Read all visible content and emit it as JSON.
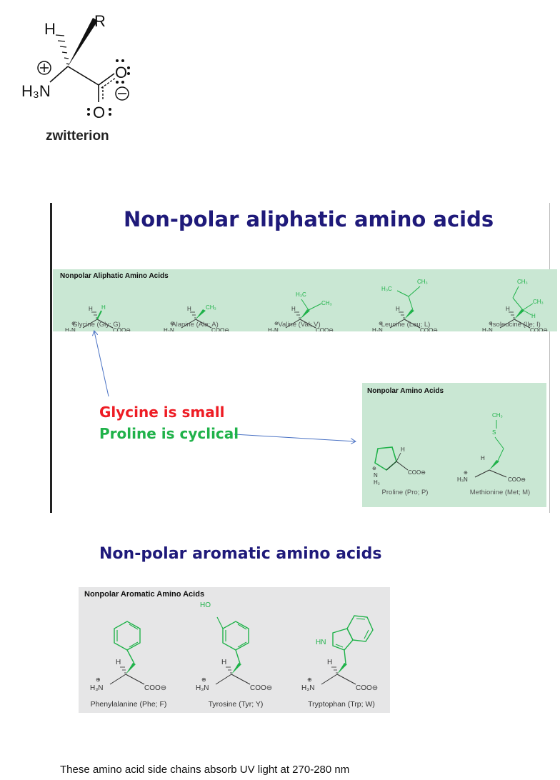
{
  "zwitterion": {
    "label": "zwitterion",
    "atoms": {
      "h": "H",
      "r": "R",
      "n": "H₃N",
      "o": "O"
    }
  },
  "aliphatic": {
    "heading": "Non-polar aliphatic amino acids",
    "panel_title": "Nonpolar Aliphatic Amino Acids",
    "acids": [
      {
        "name": "Glycine (Gly; G)"
      },
      {
        "name": "Alanine (Ala; A)"
      },
      {
        "name": "Valine (Val; V)"
      },
      {
        "name": "Leucine (Leu; L)"
      },
      {
        "name": "Isoleucine (Ile; I)"
      }
    ],
    "note_glycine": "Glycine is small",
    "note_proline": "Proline is cyclical",
    "nonpolar_panel_title": "Nonpolar Amino Acids",
    "nonpolar_acids": [
      {
        "name": "Proline (Pro; P)"
      },
      {
        "name": "Methionine (Met; M)"
      }
    ]
  },
  "aromatic": {
    "heading": "Non-polar aromatic amino acids",
    "panel_title": "Nonpolar Aromatic Amino Acids",
    "acids": [
      {
        "name": "Phenylalanine (Phe; F)"
      },
      {
        "name": "Tyrosine (Tyr; Y)"
      },
      {
        "name": "Tryptophan (Trp; W)"
      }
    ]
  },
  "footer_note": "These amino acid side chains absorb UV light at 270-280 nm",
  "colors": {
    "title": "#1f1a7a",
    "panel_green": "#c9e7d3",
    "panel_gray": "#e6e6e7",
    "sidechain": "#20b24a",
    "red": "#ee1c24",
    "arrow": "#4a72c4"
  }
}
